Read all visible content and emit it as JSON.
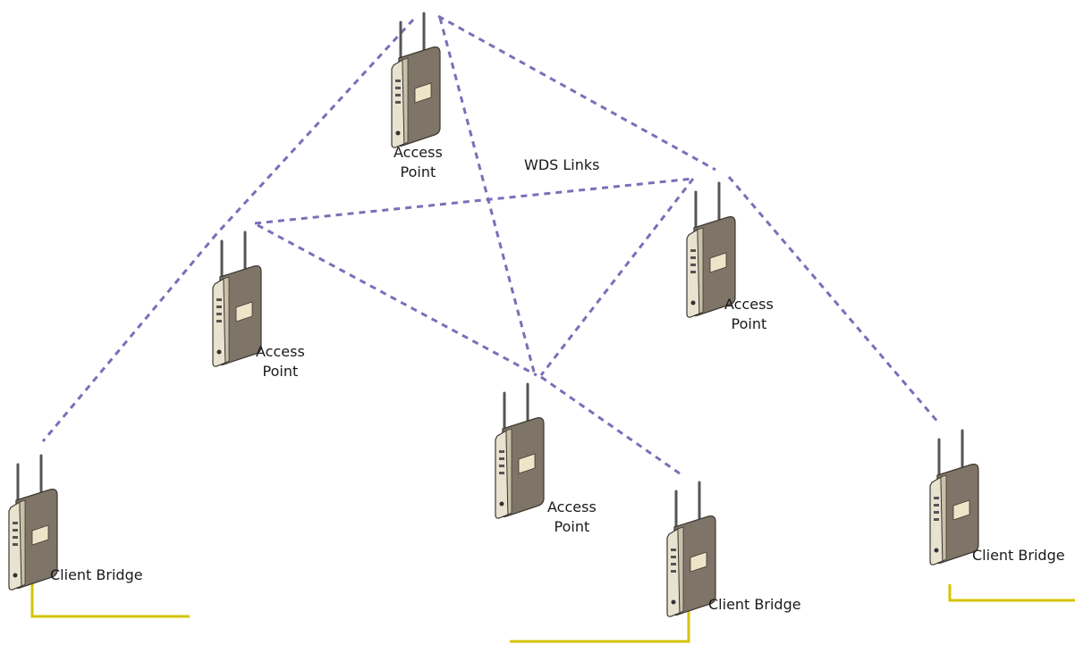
{
  "diagram": {
    "wds_label": "WDS Links",
    "access_point_word1": "Access",
    "access_point_word2": "Point",
    "client_bridge_label": "Client Bridge",
    "colors": {
      "wds_link": "#7a6fb8",
      "ethernet": "#d4c400",
      "device_body": "#7e7467",
      "device_front": "#e8e2d0"
    },
    "icons": [
      "access-point-device-icon",
      "client-bridge-device-icon"
    ]
  }
}
